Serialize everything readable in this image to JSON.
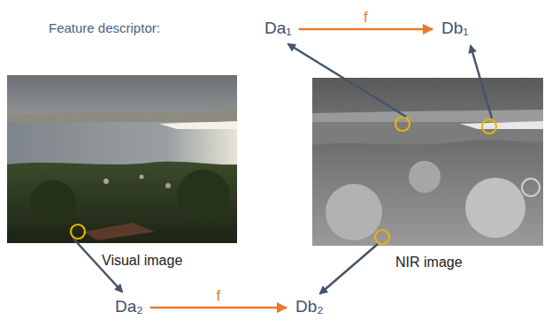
{
  "diagram": {
    "nodes": [
      {
        "text": [
          "Da₁"
        ]
      },
      {
        "text": [
          "Db₁"
        ]
      },
      {
        "text": [
          "Da₂"
        ]
      },
      {
        "text": [
          "Db₂"
        ]
      }
    ],
    "edges": [
      {
        "from": 0,
        "to": 1,
        "label": "f",
        "arrow": "to"
      },
      {
        "from": 2,
        "to": 3,
        "label": "f",
        "arrow": "to"
      }
    ],
    "labels": [
      "Feature descriptor:",
      "Visual image",
      "NIR image"
    ]
  }
}
